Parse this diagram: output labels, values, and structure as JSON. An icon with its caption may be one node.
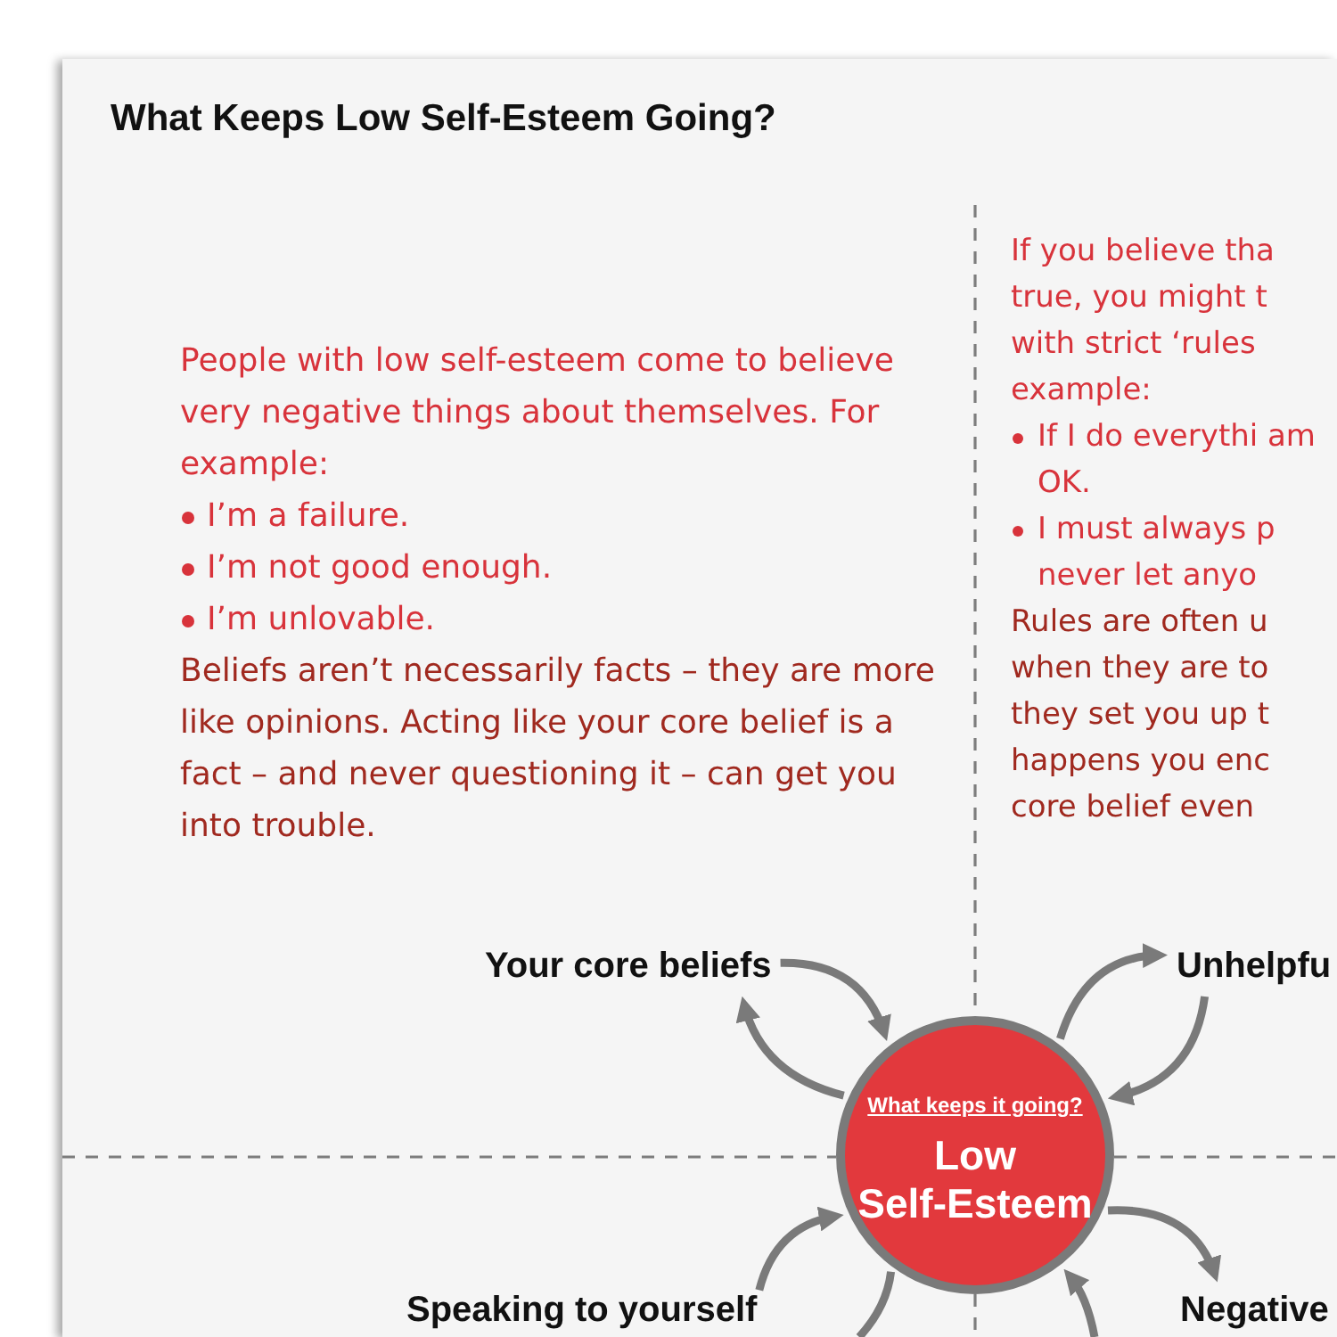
{
  "diagram": {
    "title": "What Keeps Low Self-Esteem Going?",
    "nodes": [
      {
        "text": [
          "Your core beliefs"
        ]
      },
      {
        "text": [
          "Unhelpfu"
        ]
      },
      {
        "text": [
          "What keeps it going?",
          "Low Self-Esteem"
        ]
      },
      {
        "text": [
          "Speaking to yourself"
        ]
      },
      {
        "text": [
          "Negative"
        ]
      }
    ],
    "edges": [
      {
        "from": 0,
        "to": 2,
        "arrow": "to"
      },
      {
        "from": 2,
        "to": 0,
        "arrow": "to"
      },
      {
        "from": 2,
        "to": 1,
        "arrow": "to"
      },
      {
        "from": 1,
        "to": 2,
        "arrow": "to"
      },
      {
        "from": 3,
        "to": 2,
        "arrow": "to"
      },
      {
        "from": 2,
        "to": null,
        "arrow": "none"
      },
      {
        "from": 2,
        "to": 4,
        "arrow": "to"
      },
      {
        "from": null,
        "to": 2,
        "arrow": "to"
      }
    ],
    "labels": [
      "People with low self-esteem come to believe very negative things about themselves. For example:",
      "I’m a failure.",
      "I’m not good enough.",
      "I’m unlovable.",
      "Beliefs aren’t necessarily facts – they are more like opinions. Acting like your core belief is a fact – and never questioning it – can get you into trouble.",
      "If you believe tha true, you might t with strict ‘rules example:",
      "If I do everythi am OK.",
      "I must always p never let anyo",
      "Rules are often u when they are to they set you up t happens you enc core belief even"
    ]
  }
}
